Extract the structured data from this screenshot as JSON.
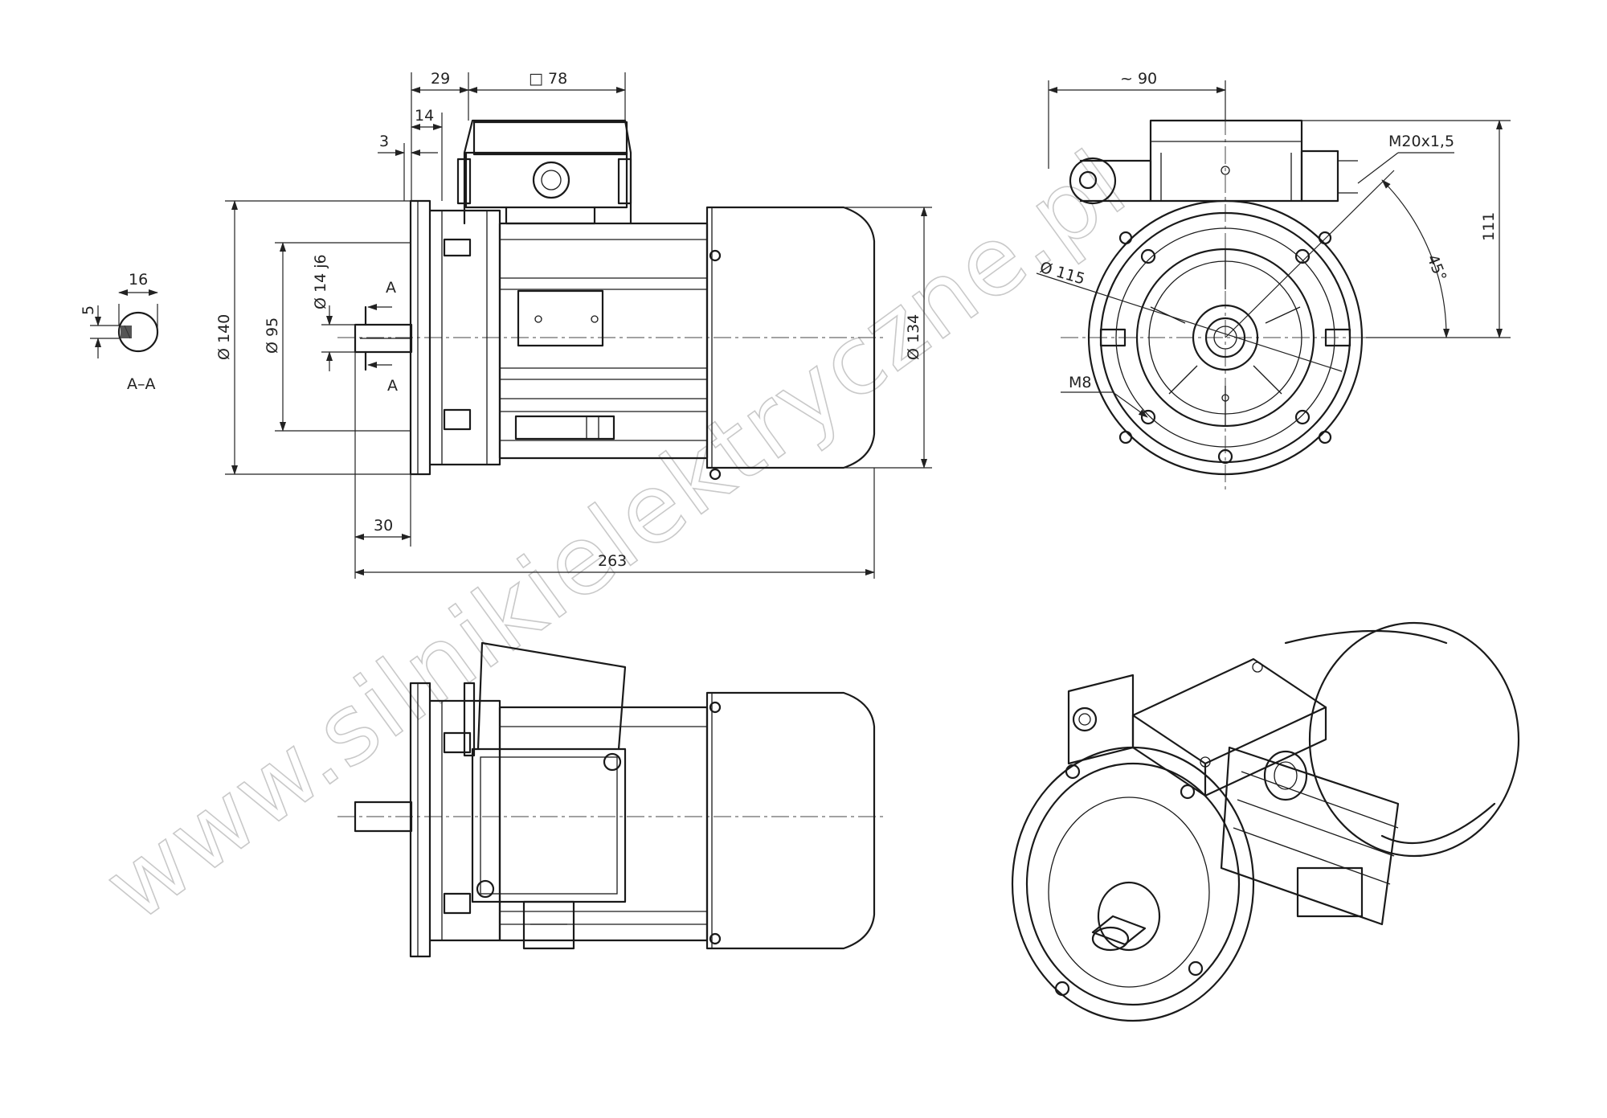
{
  "dimensions": {
    "d29": "29",
    "d14": "14",
    "d3": "3",
    "sq78": "□ 78",
    "dia140": "Ø 140",
    "dia95": "Ø 95",
    "dia14j6": "Ø 14 j6",
    "dia134": "Ø 134",
    "d30": "30",
    "d263": "263",
    "d16": "16",
    "d5": "5",
    "sectionA": "A",
    "sectionAA": "A–A",
    "approx90": "~ 90",
    "m20": "M20x1,5",
    "dia115": "Ø 115",
    "m8": "M8",
    "angle45": "45°",
    "d111": "111"
  },
  "watermark": "www.silnikielektryczne.pl",
  "colors": {
    "line": "#1a1a1a",
    "background": "#ffffff",
    "watermark": "#c9c9c9"
  }
}
